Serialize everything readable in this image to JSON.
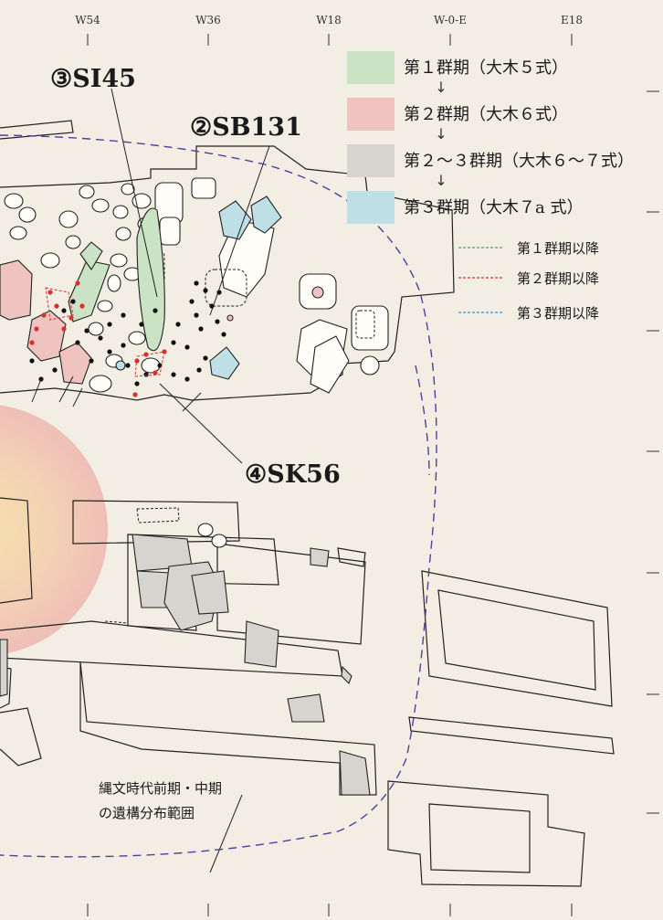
{
  "grid": {
    "top_labels": [
      "W54",
      "W36",
      "W18",
      "W-0-E",
      "E18"
    ]
  },
  "features": {
    "si45": "③SI45",
    "sb131": "②SB131",
    "sk56": "④SK56"
  },
  "legend": {
    "phases": [
      {
        "label": "第１群期（大木５式）",
        "color": "#c9e3c4"
      },
      {
        "label": "第２群期（大木６式）",
        "color": "#efc3c0"
      },
      {
        "label": "第２～３群期（大木６～７式）",
        "color": "#d6d4cf"
      },
      {
        "label": "第３群期（大木７a 式）",
        "color": "#bfdfe6"
      }
    ],
    "arrow": "↓",
    "lines": [
      {
        "label": "第１群期以降",
        "color": "#4aa36a"
      },
      {
        "label": "第２群期以降",
        "color": "#d9302a"
      },
      {
        "label": "第３群期以降",
        "color": "#3a8fc9"
      }
    ]
  },
  "note": {
    "line1": "縄文時代前期・中期",
    "line2": "の遺構分布範囲"
  },
  "colors": {
    "background": "#f2eee3",
    "boundary": "#5a3a9a",
    "posthole": "#111111",
    "posthole_red": "#d9302a"
  }
}
